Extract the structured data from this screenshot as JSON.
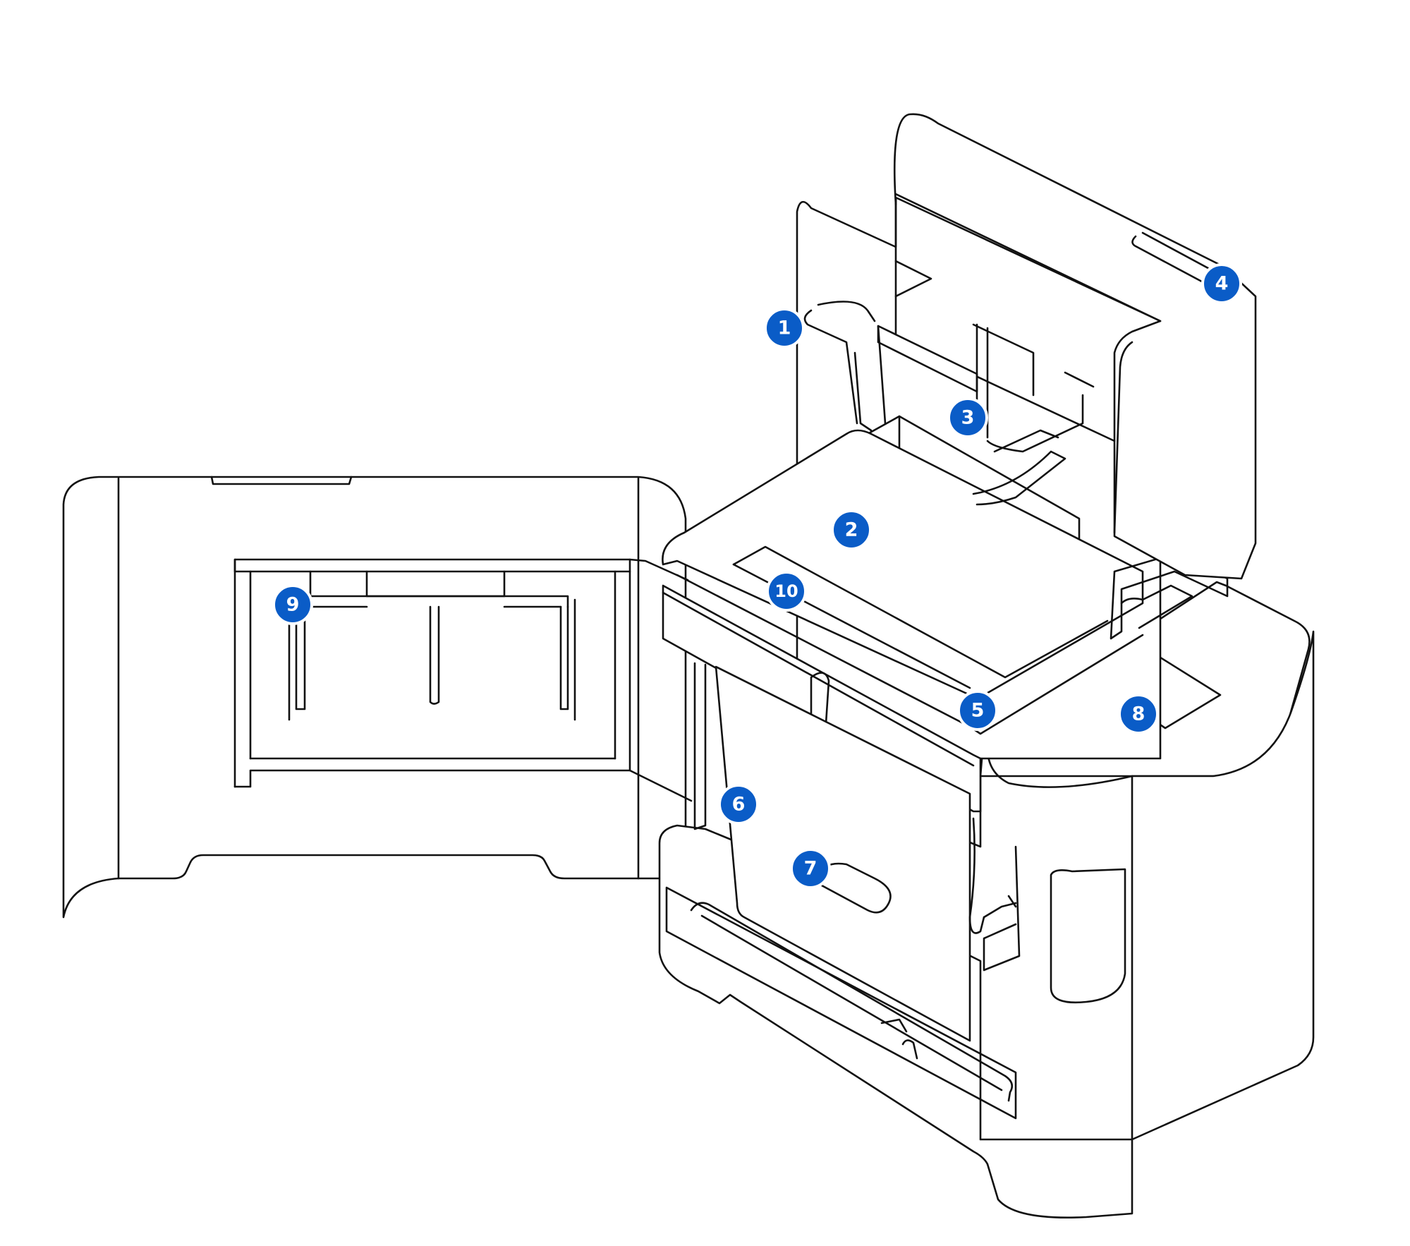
{
  "colors": {
    "callout_fill": "#0a5cc7",
    "callout_text": "#ffffff",
    "line_art": "#111111",
    "background": "#ffffff"
  },
  "callouts": [
    {
      "id": "c1",
      "label": "1"
    },
    {
      "id": "c2",
      "label": "2"
    },
    {
      "id": "c3",
      "label": "3"
    },
    {
      "id": "c4",
      "label": "4"
    },
    {
      "id": "c5",
      "label": "5"
    },
    {
      "id": "c6",
      "label": "6"
    },
    {
      "id": "c7",
      "label": "7"
    },
    {
      "id": "c8",
      "label": "8"
    },
    {
      "id": "c9",
      "label": "9"
    },
    {
      "id": "c10",
      "label": "10"
    }
  ]
}
